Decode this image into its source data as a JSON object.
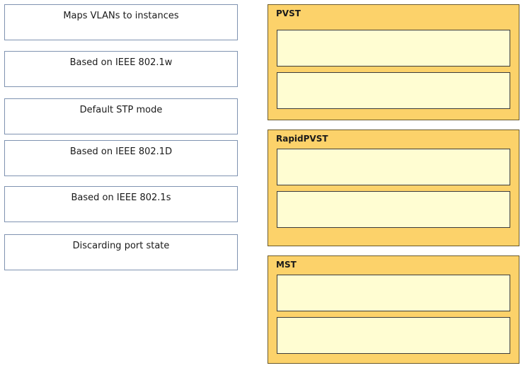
{
  "items": [
    {
      "label": "Maps VLANs to instances"
    },
    {
      "label": "Based on IEEE 802.1w"
    },
    {
      "label": "Default STP mode"
    },
    {
      "label": "Based on IEEE 802.1D"
    },
    {
      "label": "Based on IEEE 802.1s"
    },
    {
      "label": "Discarding port state"
    }
  ],
  "groups": [
    {
      "title": "PVST"
    },
    {
      "title": "RapidPVST"
    },
    {
      "title": "MST"
    }
  ]
}
